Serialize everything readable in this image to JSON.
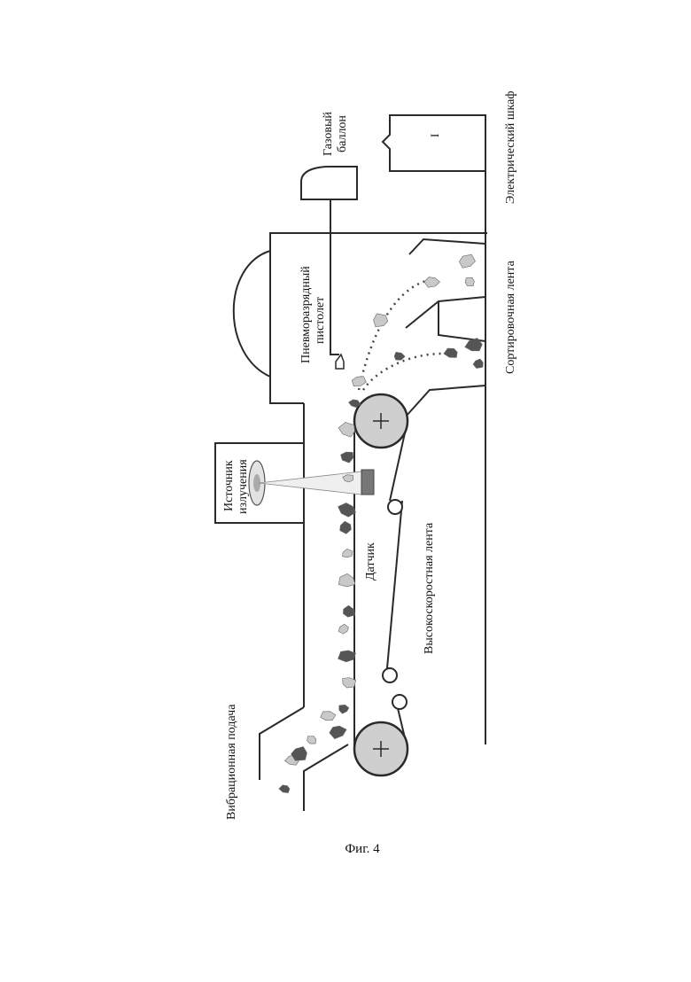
{
  "labels": {
    "vibration_feed": "Вибрационная подача",
    "radiation_source_line1": "Источник",
    "radiation_source_line2": "излучения",
    "sensor": "Датчик",
    "high_speed_belt": "Высокоскоростная лента",
    "pneumatic_gun_line1": "Пневморазрядный",
    "pneumatic_gun_line2": "пистолет",
    "gas_cylinder_line1": "Газовый",
    "gas_cylinder_line2": "баллон",
    "sorting_belt": "Сортировочная лента",
    "electrical_cabinet": "Электрический шкаф",
    "cabinet_mark": "I"
  },
  "caption": "Фиг. 4",
  "icons": {
    "roller": "plus-in-circle",
    "idler": "small-circle",
    "radiation_source": "lamp-icon",
    "sensor": "sensor-block",
    "ore": "rock-fragments"
  },
  "colors": {
    "line": "#2a2a2a",
    "roller_fill": "#cfcfcf",
    "sensor_fill": "#777777",
    "ore_dark": "#555555",
    "ore_light": "#c9c9c9"
  }
}
